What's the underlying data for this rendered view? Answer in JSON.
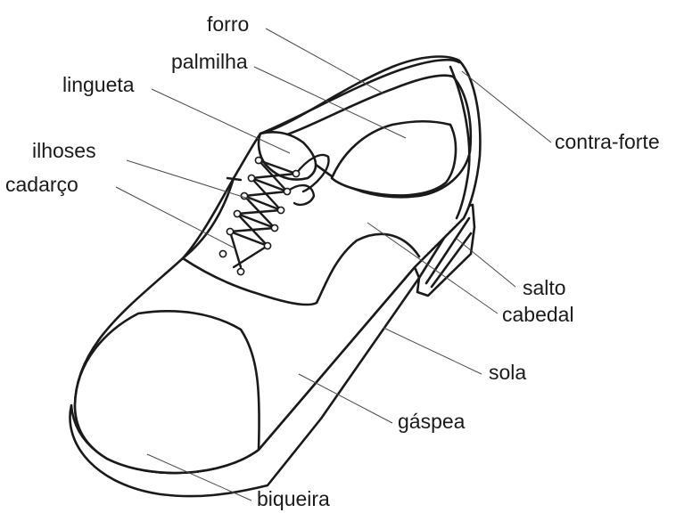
{
  "labels": {
    "forro": "forro",
    "palmilha": "palmilha",
    "lingueta": "lingueta",
    "ilhoses": "ilhoses",
    "cadarco": "cadarço",
    "contra_forte": "contra-forte",
    "salto": "salto",
    "cabedal": "cabedal",
    "sola": "sola",
    "gaspea": "gáspea",
    "biqueira": "biqueira"
  }
}
